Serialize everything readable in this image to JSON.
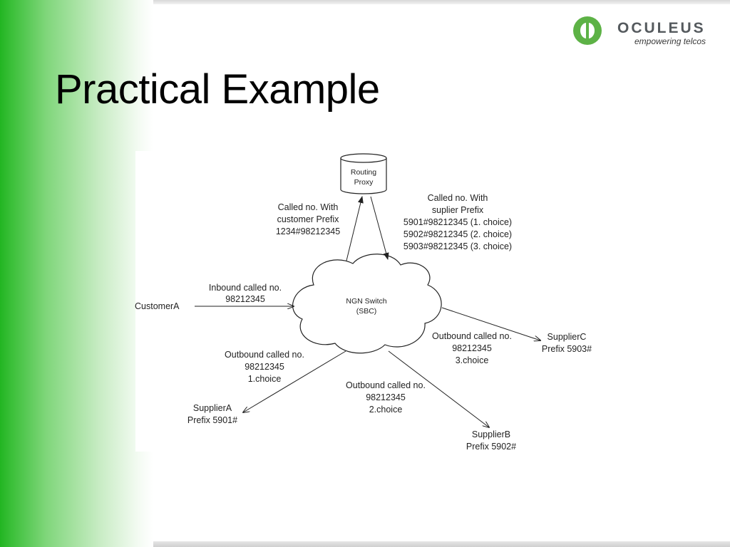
{
  "slide": {
    "title": "Practical Example",
    "logo": {
      "word": "OCULEUS",
      "tagline": "empowering telcos",
      "brand_color": "#5db246"
    }
  },
  "diagram": {
    "routing_proxy": [
      "Routing",
      "Proxy"
    ],
    "switch": [
      "NGN Switch",
      "(SBC)"
    ],
    "customer": "CustomerA",
    "inbound_label": [
      "Inbound called no.",
      "98212345"
    ],
    "to_proxy_label": [
      "Called no. With",
      "customer Prefix",
      "1234#98212345"
    ],
    "from_proxy_label": [
      "Called no. With",
      "suplier Prefix",
      "5901#98212345 (1. choice)",
      "5902#98212345 (2. choice)",
      "5903#98212345 (3. choice)"
    ],
    "supplier_a": [
      "SupplierA",
      "Prefix 5901#"
    ],
    "supplier_b": [
      "SupplierB",
      "Prefix 5902#"
    ],
    "supplier_c": [
      "SupplierC",
      "Prefix 5903#"
    ],
    "outbound_a": [
      "Outbound called no.",
      "98212345",
      "1.choice"
    ],
    "outbound_b": [
      "Outbound called no.",
      "98212345",
      "2.choice"
    ],
    "outbound_c": [
      "Outbound called no.",
      "98212345",
      "3.choice"
    ]
  }
}
